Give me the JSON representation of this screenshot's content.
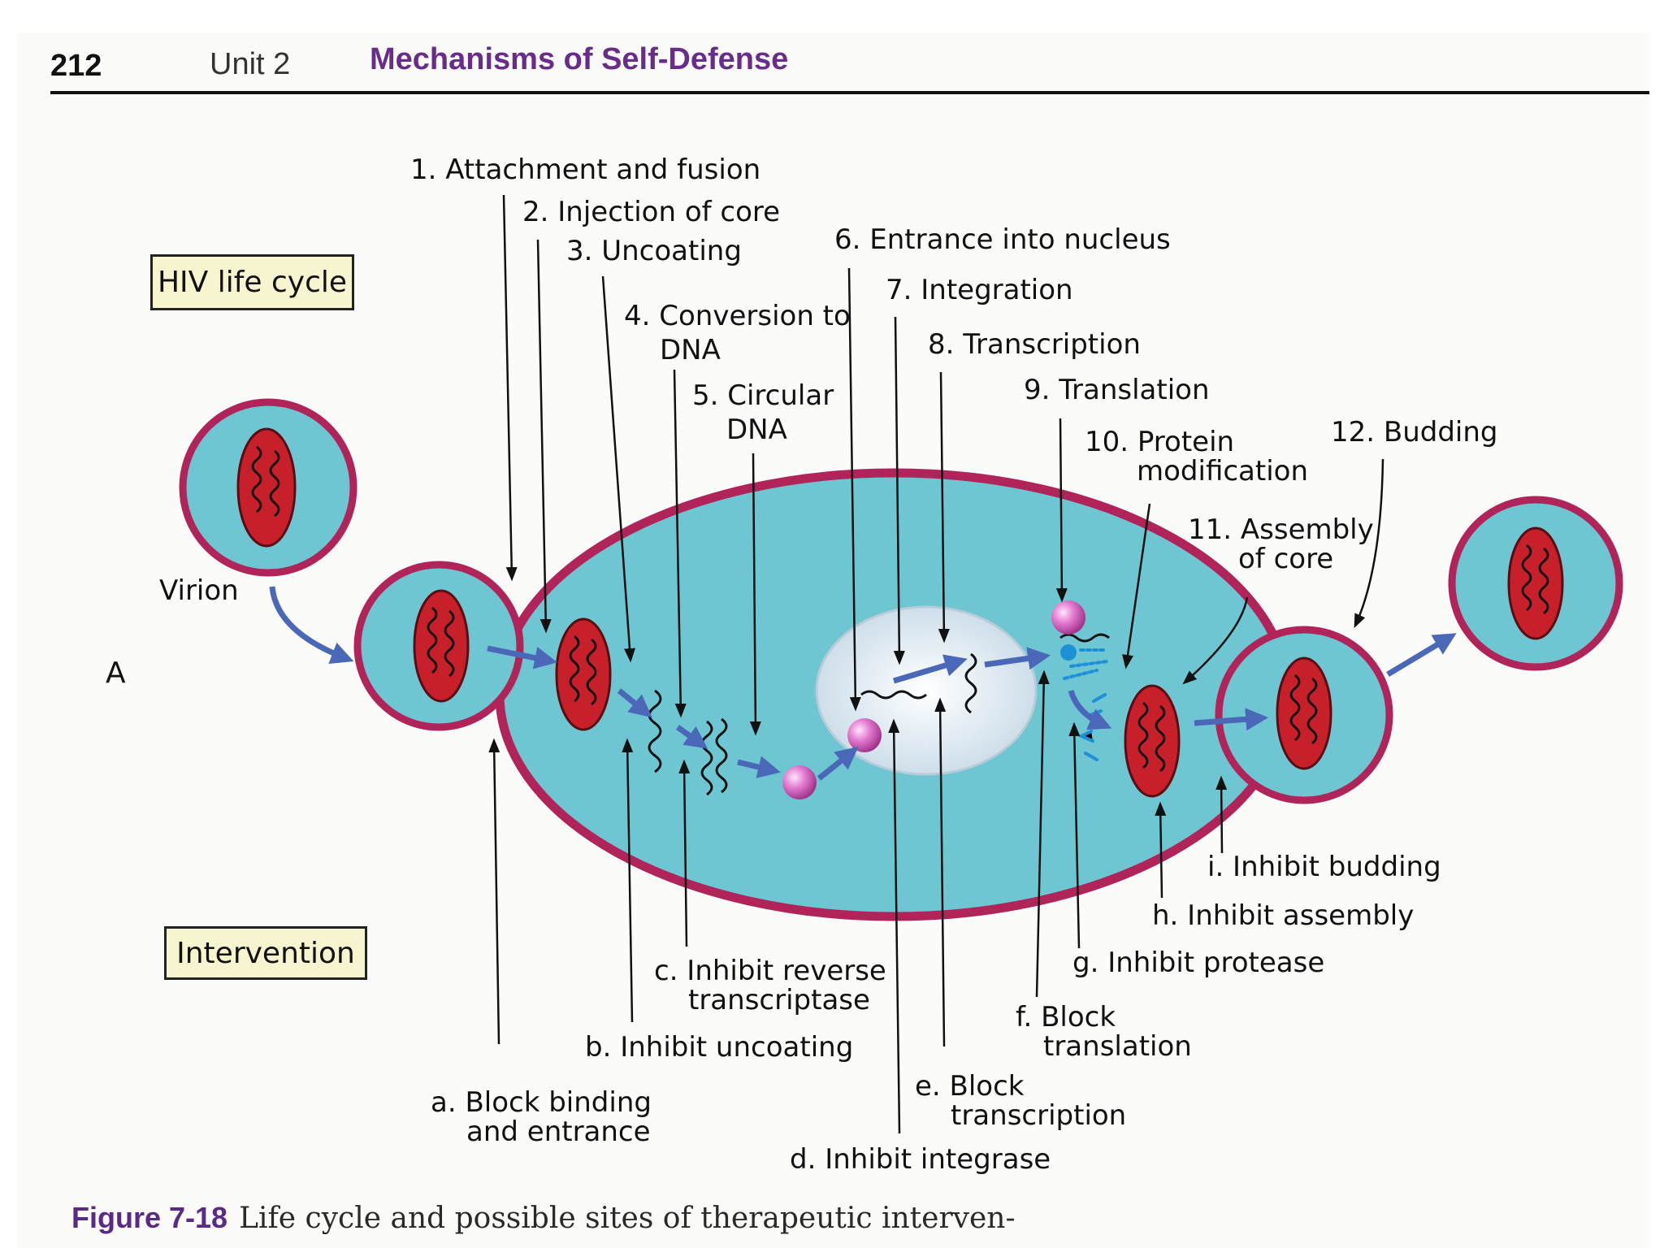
{
  "header": {
    "page_number": "212",
    "unit": "Unit 2",
    "section": "Mechanisms of Self-Defense"
  },
  "figure": {
    "boxes": {
      "life_cycle": "HIV life cycle",
      "intervention": "Intervention"
    },
    "panel_label": "A",
    "virion_label": "Virion",
    "steps": {
      "s1": "1. Attachment and fusion",
      "s2": "2. Injection of core",
      "s3": "3. Uncoating",
      "s4a": "4. Conversion to",
      "s4b": "DNA",
      "s5a": "5. Circular",
      "s5b": "DNA",
      "s6": "6. Entrance into nucleus",
      "s7": "7. Integration",
      "s8": "8. Transcription",
      "s9": "9. Translation",
      "s10a": "10. Protein",
      "s10b": "modification",
      "s11a": "11. Assembly",
      "s11b": "of core",
      "s12": "12. Budding"
    },
    "interventions": {
      "a1": "a. Block binding",
      "a2": "and entrance",
      "b": "b. Inhibit uncoating",
      "c1": "c. Inhibit reverse",
      "c2": "transcriptase",
      "d": "d. Inhibit integrase",
      "e1": "e. Block",
      "e2": "transcription",
      "f1": "f. Block",
      "f2": "translation",
      "g": "g. Inhibit protease",
      "h": "h. Inhibit assembly",
      "i": "i. Inhibit budding"
    },
    "caption_label": "Figure 7-18",
    "caption_text": "Life cycle and possible sites of therapeutic interven-",
    "colors": {
      "cytoplasm": "#6ec6d2",
      "membrane": "#b0245a",
      "core": "#c8202a",
      "nucleus": "#eef3f7",
      "arrow": "#4a67b8",
      "sphere": "#e070c8",
      "accent_title": "#6a2c8a",
      "box_fill": "#f7f5cf"
    }
  }
}
